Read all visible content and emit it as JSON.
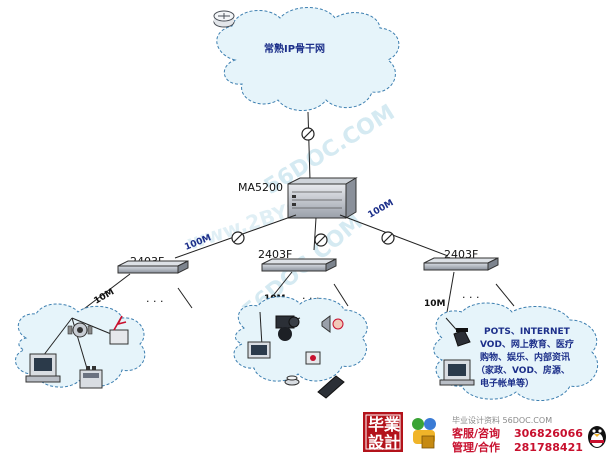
{
  "backbone_cloud": {
    "label": "常熟IP骨干网"
  },
  "core_node": {
    "label": "MA5200"
  },
  "access_nodes": [
    {
      "label": "2403F"
    },
    {
      "label": "2403F"
    },
    {
      "label": "2403F"
    }
  ],
  "links": {
    "left_uplink": "100M",
    "right_uplink": "100M",
    "left_drop": "10M",
    "middle_drop": "10M",
    "right_drop": "10M"
  },
  "ellipsis": ". . .",
  "services": [
    "POTS、INTERNET",
    "VOD、网上教育、医疗",
    "购物、娱乐、内部资讯",
    "（家政、VOD、房源、",
    "电子帐单等）"
  ],
  "watermark": {
    "lines": [
      "56DOC.COM",
      "www.2BYSJ.CN",
      "56DOC.COM"
    ]
  },
  "footer": {
    "seal_top": "毕業",
    "seal_bottom": "設計",
    "site": "毕业设计资料 56DOC.COM",
    "service_label": "客服/咨询",
    "service_number": "306826066",
    "manage_label": "管理/合作",
    "manage_number": "281788421"
  }
}
